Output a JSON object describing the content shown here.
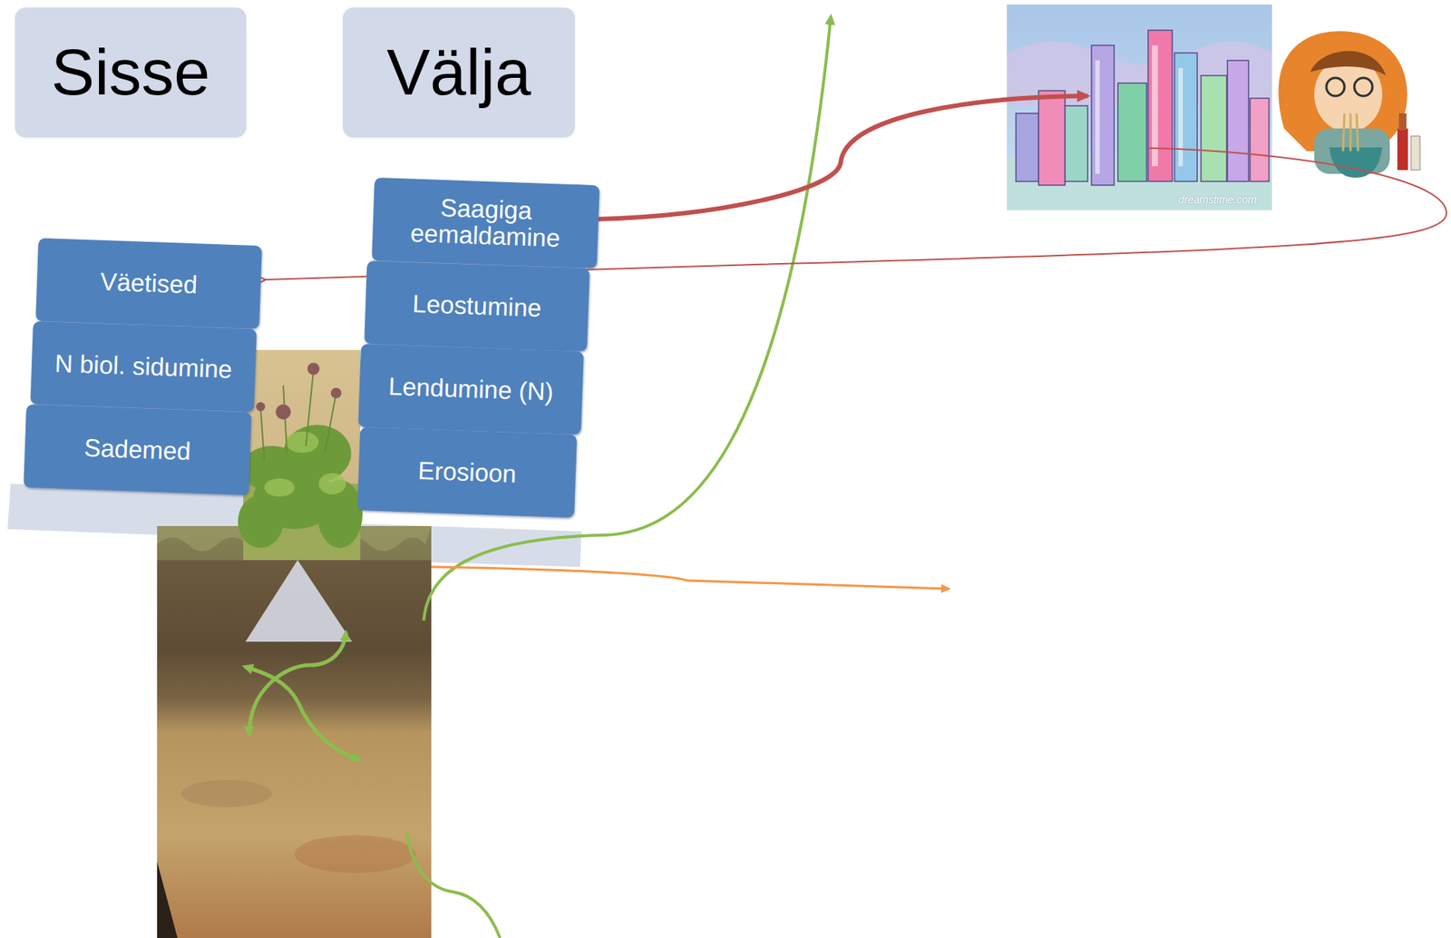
{
  "diagram": {
    "nodes": [
      {
        "text": [
          "Sisse"
        ]
      },
      {
        "text": [
          "Välja"
        ]
      },
      {
        "text": [
          "Saagiga eemaldamine"
        ]
      },
      {
        "text": [
          "Väetised"
        ]
      },
      {
        "text": [
          "Leostumine"
        ]
      },
      {
        "text": [
          "N biol. sidumine"
        ]
      },
      {
        "text": [
          "Lendumine (N)"
        ]
      },
      {
        "text": [
          "Sademed"
        ]
      },
      {
        "text": [
          "Erosioon"
        ]
      }
    ],
    "labels": [
      "dreamstime.com"
    ]
  }
}
